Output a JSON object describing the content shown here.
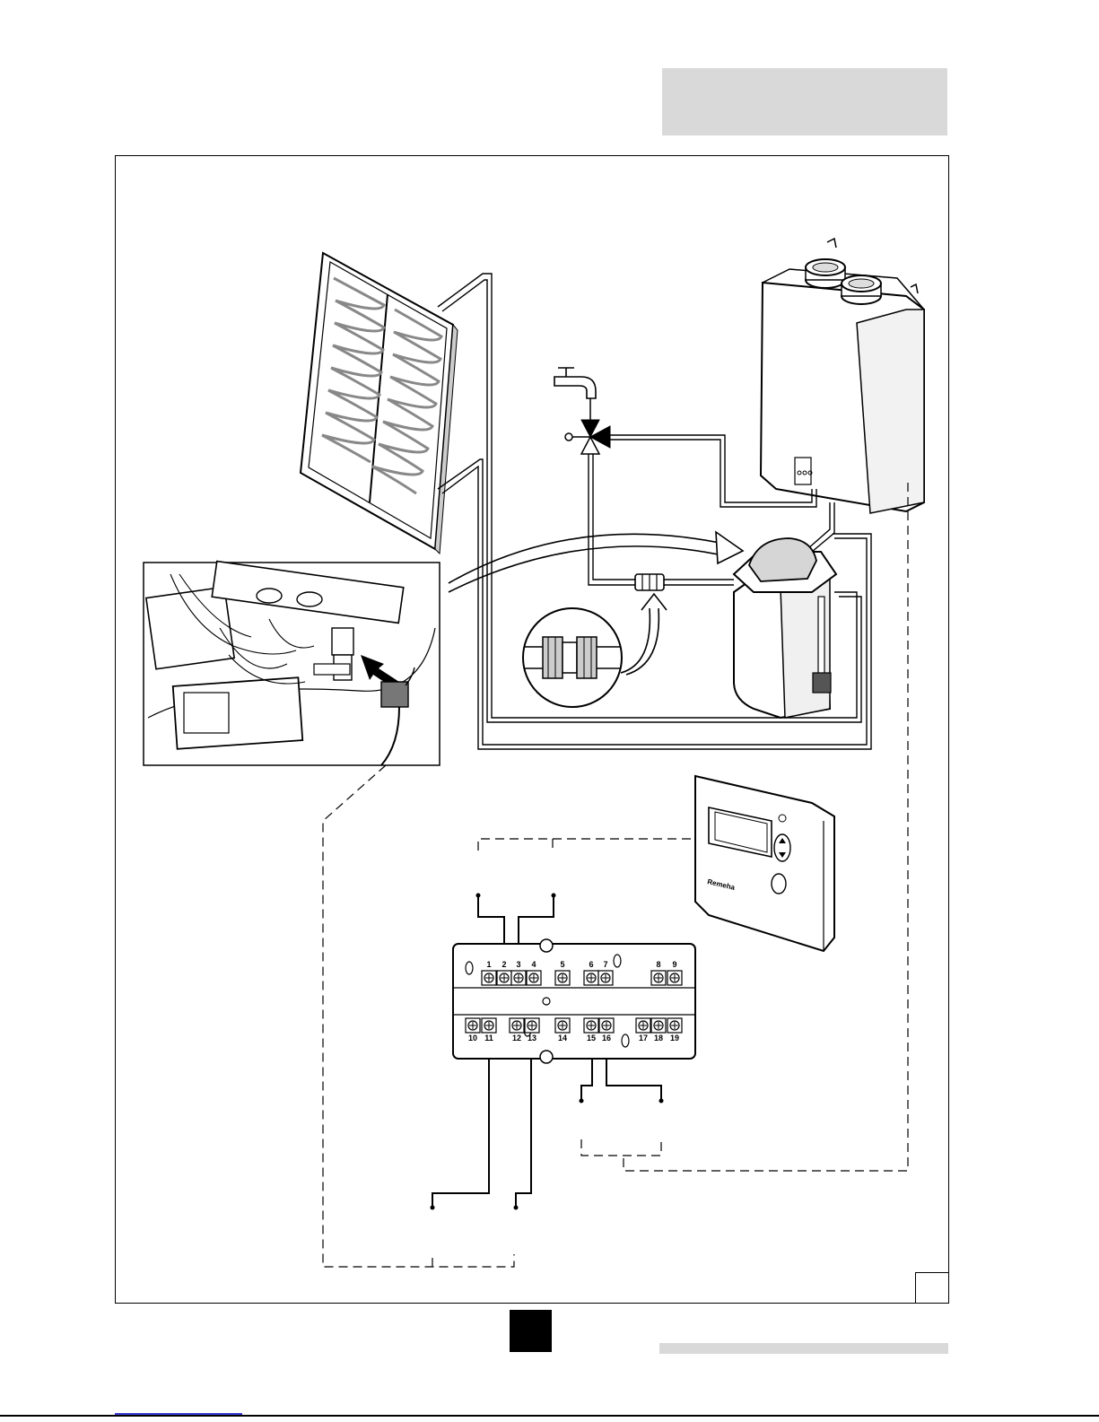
{
  "terminal_block": {
    "top_labels": [
      "1",
      "2",
      "3",
      "4",
      "5",
      "6",
      "7",
      "8",
      "9"
    ],
    "bottom_labels": [
      "10",
      "11",
      "12",
      "13",
      "14",
      "15",
      "16",
      "17",
      "18",
      "19"
    ]
  },
  "controller": {
    "brand_text": "Remeha"
  }
}
